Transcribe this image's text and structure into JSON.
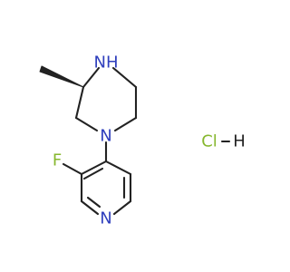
{
  "atoms": {
    "amine_nh": {
      "label": "NH",
      "color": "#2f3fbd"
    },
    "amine_n": {
      "label": "N",
      "color": "#2f3fbd"
    },
    "pyridine_n": {
      "label": "N",
      "color": "#2f3fbd"
    },
    "fluorine": {
      "label": "F",
      "color": "#86b72e"
    },
    "hcl_cl": {
      "label": "Cl",
      "color": "#86b72e"
    },
    "hcl_h": {
      "label": "H",
      "color": "#222222"
    }
  },
  "colors": {
    "bond": "#222222",
    "background": "#ffffff"
  }
}
